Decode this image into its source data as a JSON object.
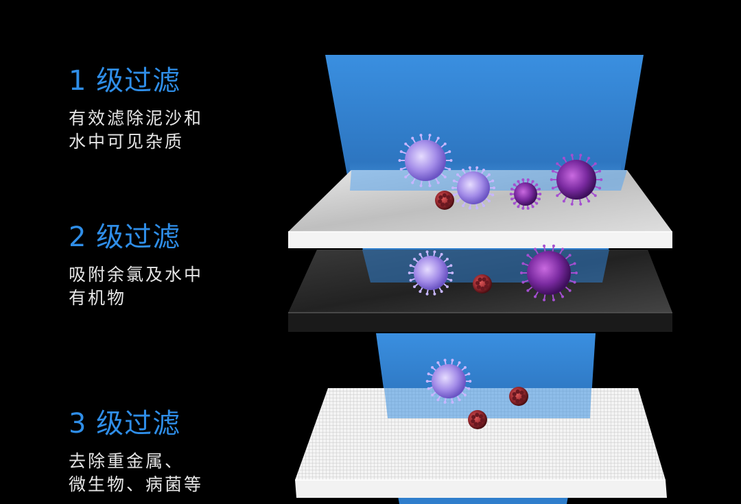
{
  "stages": [
    {
      "title": "1 级过滤",
      "desc": [
        "有效滤除泥沙和",
        "水中可见杂质"
      ]
    },
    {
      "title": "2 级过滤",
      "desc": [
        "吸附余氯及水中",
        "有机物"
      ]
    },
    {
      "title": "3 级过滤",
      "desc": [
        "去除重金属、",
        "微生物、病菌等"
      ]
    }
  ],
  "colors": {
    "title_blue": "#2f8ee8",
    "water_beam": "#2f7ecc",
    "layer1": "#d9d9d9",
    "layer2": "#2a2a2a",
    "layer3": "#f0f0f0"
  }
}
